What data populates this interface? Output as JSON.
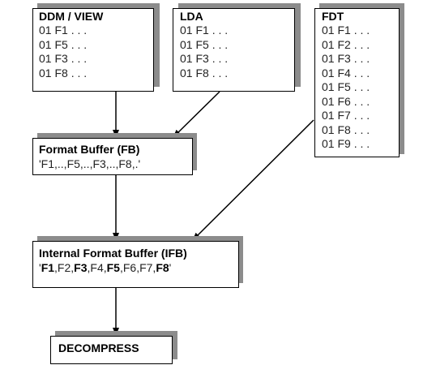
{
  "ddm": {
    "title": "DDM / VIEW",
    "fields": [
      "01 F1 . . .",
      "01 F5 . . .",
      "01 F3 . . .",
      "01 F8 . . ."
    ]
  },
  "lda": {
    "title": "LDA",
    "fields": [
      "01 F1 . . .",
      "01 F5 . . .",
      "01 F3 . . .",
      "01 F8 . . ."
    ]
  },
  "fdt": {
    "title": "FDT",
    "fields": [
      "01 F1 . . .",
      "01 F2 . . .",
      "01 F3 . . .",
      "01 F4 . . .",
      "01 F5 . . .",
      "01 F6 . . .",
      "01 F7 . . .",
      "01 F8 . . .",
      "01 F9 . . ."
    ]
  },
  "fb": {
    "title": "Format Buffer (FB)",
    "content": "'F1,..,F5,..,F3,..,F8,.'"
  },
  "ifb": {
    "title": "Internal Format Buffer (IFB)",
    "segments": [
      {
        "text": "'",
        "bold": false
      },
      {
        "text": "F1",
        "bold": true
      },
      {
        "text": ",F2,",
        "bold": false
      },
      {
        "text": "F3",
        "bold": true
      },
      {
        "text": ",F4,",
        "bold": false
      },
      {
        "text": "F5",
        "bold": true
      },
      {
        "text": ",F6,F7,",
        "bold": false
      },
      {
        "text": "F8",
        "bold": true
      },
      {
        "text": "'",
        "bold": false
      }
    ]
  },
  "decompress": {
    "title": "DECOMPRESS"
  }
}
